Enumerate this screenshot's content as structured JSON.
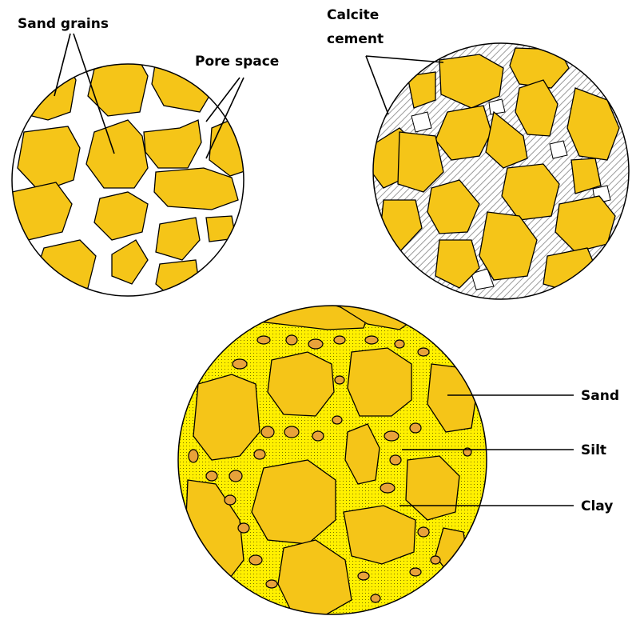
{
  "labels": {
    "sand_grains": "Sand grains",
    "pore_space": "Pore space",
    "calcite_line1": "Calcite",
    "calcite_line2": "cement",
    "sand": "Sand",
    "silt": "Silt",
    "clay": "Clay"
  },
  "colors": {
    "grain": "#F5C518",
    "clay": "#FFF000",
    "silt": "#E8A23A",
    "cement_hatch": "#9a9a9a",
    "outline": "#000000"
  }
}
